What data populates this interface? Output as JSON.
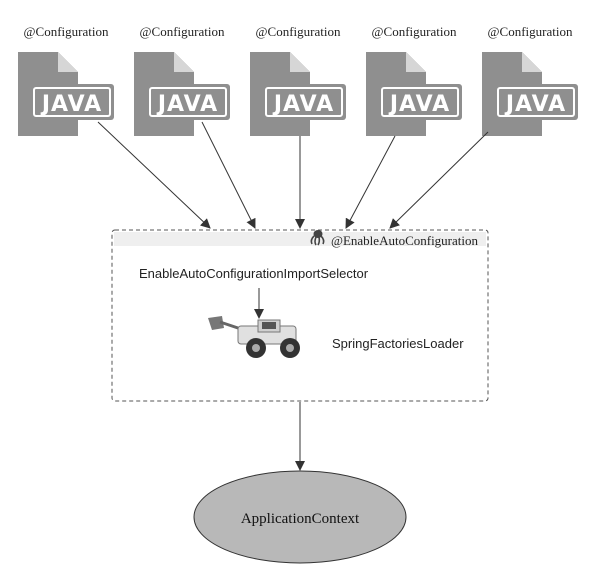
{
  "config_files": [
    {
      "label": "@Configuration",
      "file_type": "JAVA"
    },
    {
      "label": "@Configuration",
      "file_type": "JAVA"
    },
    {
      "label": "@Configuration",
      "file_type": "JAVA"
    },
    {
      "label": "@Configuration",
      "file_type": "JAVA"
    },
    {
      "label": "@Configuration",
      "file_type": "JAVA"
    }
  ],
  "enable_box": {
    "annotation": "@EnableAutoConfiguration",
    "annotation_icon": "octopus-icon",
    "selector": "EnableAutoConfigurationImportSelector",
    "loader": "SpringFactoriesLoader",
    "loader_icon": "bulldozer-icon"
  },
  "target": {
    "label": "ApplicationContext"
  },
  "colors": {
    "file_icon": "#8f8f8f",
    "context_fill": "#b8b8b8",
    "line": "#333333"
  }
}
